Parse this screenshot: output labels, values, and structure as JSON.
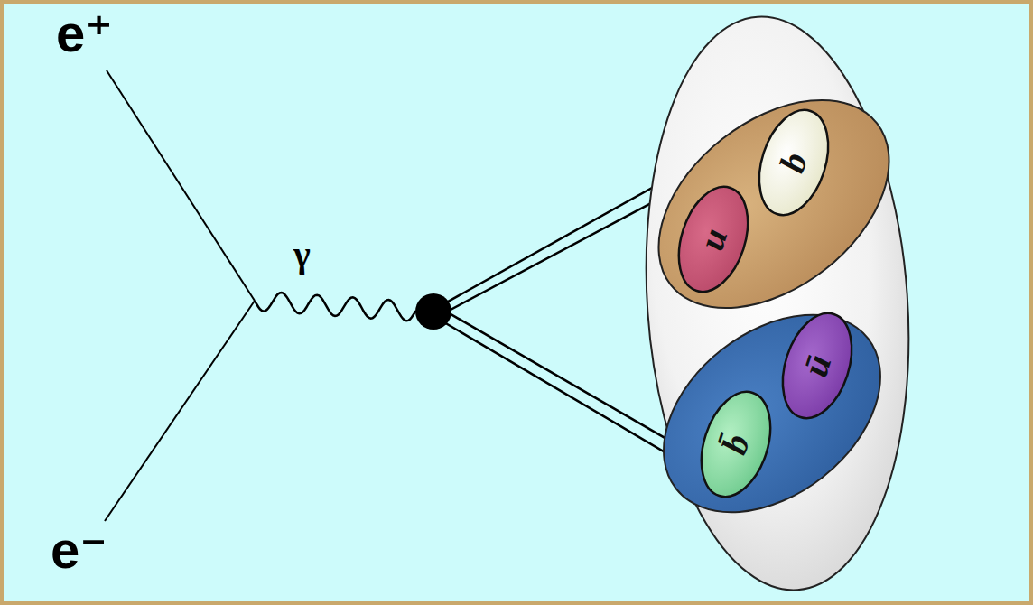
{
  "diagram": {
    "nodes": [
      {
        "text": [
          "u"
        ]
      },
      {
        "text": [
          "b"
        ]
      },
      {
        "text": [
          "b̄"
        ]
      },
      {
        "text": [
          "ū"
        ]
      }
    ],
    "labels": [
      "e⁺",
      "e⁻",
      "γ"
    ]
  }
}
